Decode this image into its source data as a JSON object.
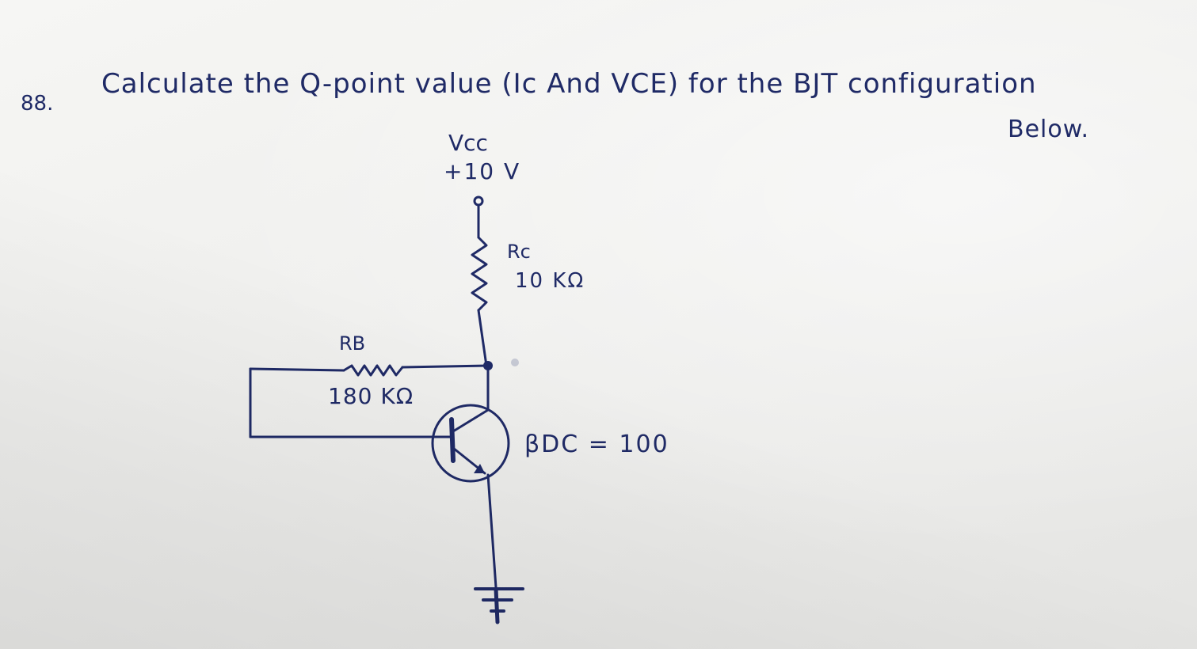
{
  "question": {
    "number": "88.",
    "text_line1": "Calculate the Q-point value (Ic And VCE) for the BJT configuration",
    "text_line2": "Below."
  },
  "circuit": {
    "vcc_label": "Vcc",
    "vcc_value": "+10 V",
    "rc_label": "Rc",
    "rc_value": "10 KΩ",
    "rb_label": "RB",
    "rb_value": "180 KΩ",
    "beta_label": "βDC = 100"
  },
  "colors": {
    "ink": "#1f2a66",
    "paper": "#f3f3f1"
  }
}
